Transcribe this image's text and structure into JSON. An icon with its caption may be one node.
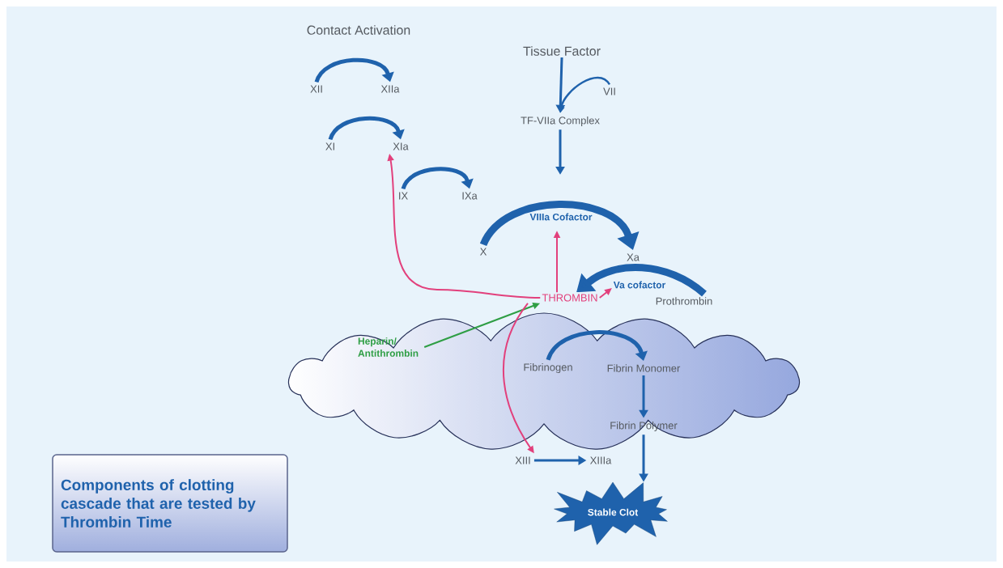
{
  "diagram": {
    "nodes": [
      {
        "text": [
          "Contact Activation"
        ]
      },
      {
        "text": [
          "XII"
        ]
      },
      {
        "text": [
          "XIIa"
        ]
      },
      {
        "text": [
          "Tissue Factor"
        ]
      },
      {
        "text": [
          "VII"
        ]
      },
      {
        "text": [
          "TF-VIIa Complex"
        ]
      },
      {
        "text": [
          "XI"
        ]
      },
      {
        "text": [
          "XIa"
        ]
      },
      {
        "text": [
          "IX"
        ]
      },
      {
        "text": [
          "IXa"
        ]
      },
      {
        "text": [
          "X"
        ]
      },
      {
        "text": [
          "Xa"
        ]
      },
      {
        "text": [],
        "shape": "cloud"
      },
      {
        "text": [
          "THROMBIN"
        ]
      },
      {
        "text": [
          "Prothrombin"
        ]
      },
      {
        "text": [
          "Heparin/ Antithrombin"
        ],
        "in": 12
      },
      {
        "text": [
          "Fibrinogen"
        ],
        "in": 12
      },
      {
        "text": [
          "Fibrin Monomer"
        ],
        "in": 12
      },
      {
        "text": [
          "Fibrin Polymer"
        ],
        "in": 12
      },
      {
        "text": [
          "XIII"
        ]
      },
      {
        "text": [
          "XIIIa"
        ]
      },
      {
        "text": [
          "Stable Clot"
        ]
      },
      {
        "text": [
          "Components of clotting cascade that are tested by Thrombin Time"
        ]
      }
    ],
    "edges": [
      {
        "from": 1,
        "to": 2,
        "arrow": "to"
      },
      {
        "from": 3,
        "to": 5,
        "arrow": "to"
      },
      {
        "from": 4,
        "to": 5,
        "arrow": "to"
      },
      {
        "from": 6,
        "to": 7,
        "arrow": "to"
      },
      {
        "from": 8,
        "to": 9,
        "arrow": "to"
      },
      {
        "from": 5,
        "to": null,
        "arrow": "to"
      },
      {
        "from": 10,
        "to": 11,
        "arrow": "to",
        "label": "VIIIa Cofactor",
        "style": "thick"
      },
      {
        "from": 14,
        "to": 13,
        "arrow": "to",
        "label": "Va cofactor",
        "style": "thick"
      },
      {
        "from": 13,
        "to": 7,
        "arrow": "to",
        "color": "#e2407c"
      },
      {
        "from": 13,
        "to": null,
        "arrow": "to",
        "color": "#e2407c"
      },
      {
        "from": 13,
        "to": null,
        "arrow": "to",
        "color": "#e2407c"
      },
      {
        "from": 15,
        "to": 13,
        "arrow": "to",
        "color": "#2e9e44"
      },
      {
        "from": 13,
        "to": 19,
        "arrow": "to",
        "color": "#e2407c"
      },
      {
        "from": 16,
        "to": 17,
        "arrow": "to"
      },
      {
        "from": 17,
        "to": 18,
        "arrow": "to"
      },
      {
        "from": 18,
        "to": 21,
        "arrow": "to"
      },
      {
        "from": 19,
        "to": 20,
        "arrow": "to"
      }
    ]
  }
}
